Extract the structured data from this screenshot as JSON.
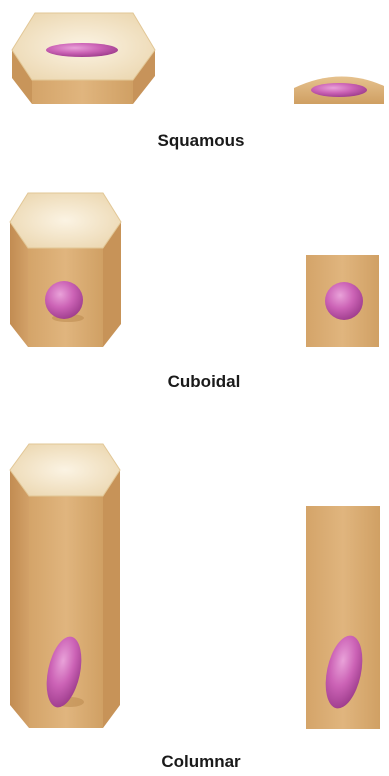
{
  "labels": {
    "squamous": "Squamous",
    "cuboidal": "Cuboidal",
    "columnar": "Columnar"
  },
  "colors": {
    "cell_front": "#d9ad73",
    "cell_side": "#c9965b",
    "cell_top": "#f4e6c9",
    "nucleus": "#c95fb3"
  }
}
